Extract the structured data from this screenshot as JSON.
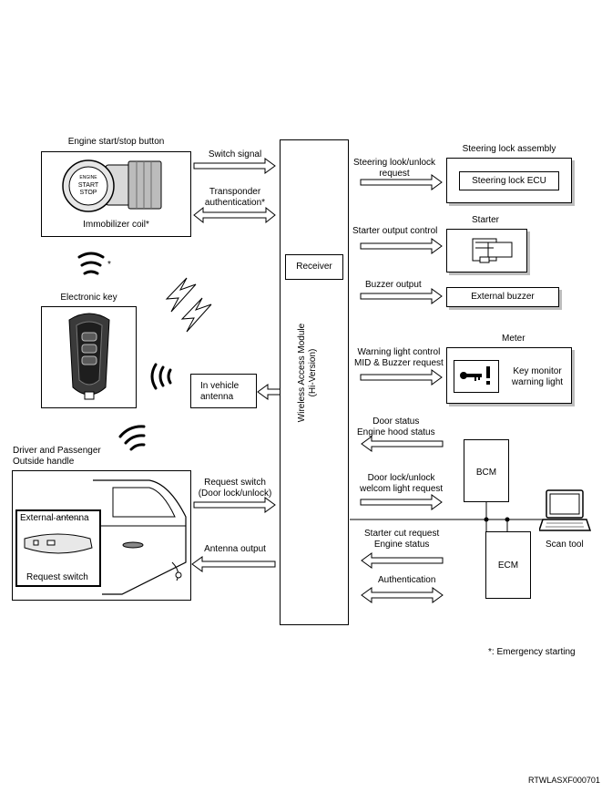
{
  "labels": {
    "engine_button_title": "Engine start/stop button",
    "immobilizer_coil": "Immobilizer coil*",
    "button_face_text": "ENGINE\nSTART\nSTOP",
    "electronic_key": "Electronic key",
    "in_vehicle_antenna": "In vehicle\nantenna",
    "driver_handle_title": "Driver and Passenger\nOutside handle",
    "external_antenna": "External antenna",
    "request_switch": "Request switch",
    "module": "Wireless Access Module\n(Hi-Version)",
    "receiver": "Receiver",
    "steering_lock_assembly": "Steering lock assembly",
    "steering_lock_ecu": "Steering lock ECU",
    "starter": "Starter",
    "external_buzzer": "External buzzer",
    "meter": "Meter",
    "key_monitor": "Key monitor\nwarning light",
    "bcm": "BCM",
    "ecm": "ECM",
    "scan_tool": "Scan tool",
    "footnote": "*: Emergency starting",
    "figure_code": "RTWLASXF000701",
    "coil_asterisk": "*"
  },
  "signals": {
    "switch_signal": "Switch signal",
    "transponder_auth": "Transponder\nauthentication*",
    "request_switch_signal": "Request switch\n(Door lock/unlock)",
    "antenna_output": "Antenna output",
    "steering_request": "Steering look/unlock\nrequest",
    "starter_output": "Starter output control",
    "buzzer_output": "Buzzer output",
    "warning_light": "Warning light control\nMID & Buzzer request",
    "door_status": "Door status\nEngine hood status",
    "door_lock_request": "Door lock/unlock\nwelcom light request",
    "starter_cut": "Starter cut request\nEngine status",
    "authentication": "Authentication"
  }
}
